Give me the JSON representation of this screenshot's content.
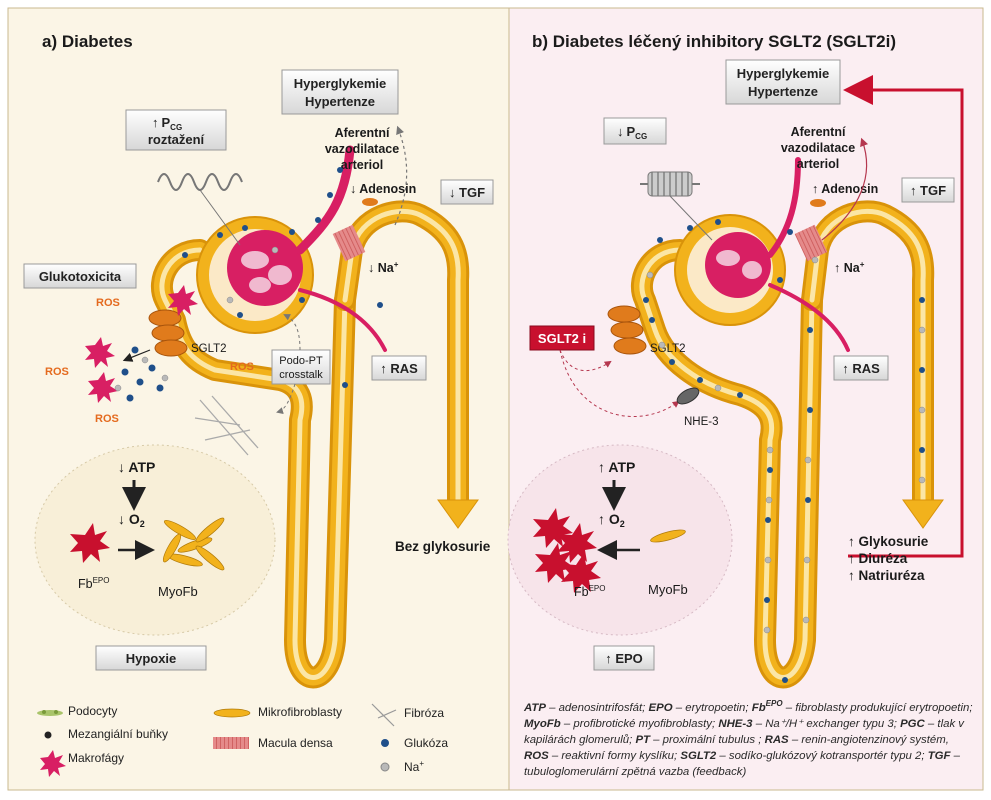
{
  "panel_a": {
    "title": "a) Diabetes",
    "hyper_line1": "Hyperglykemie",
    "hyper_line2": "Hypertenze",
    "pcg_arrow": "↑",
    "pcg_p": "P",
    "pcg_sub": "CG",
    "pcg_line2": "roztažení",
    "aff_line1": "Aferentní",
    "aff_line2": "vazodilatace",
    "aff_line3": "arteriol",
    "adenosin": "↓ Adenosin",
    "tgf": "↓ TGF",
    "na": "↓ Na",
    "na_sup": "+",
    "gluko": "Glukotoxicita",
    "ros": "ROS",
    "sglt2": "SGLT2",
    "podo_line1": "Podo-PT",
    "podo_line2": "crosstalk",
    "ras": "↑ RAS",
    "atp": "↓ ATP",
    "o2": "↓ O",
    "o2_sub": "2",
    "fb": "Fb",
    "fb_sup": "EPO",
    "myofb": "MyoFb",
    "hypoxie": "Hypoxie",
    "bez": "Bez glykosurie"
  },
  "panel_b": {
    "title": "b) Diabetes léčený inhibitory SGLT2 (SGLT2i)",
    "hyper_line1": "Hyperglykemie",
    "hyper_line2": "Hypertenze",
    "pcg_arrow": "↓",
    "pcg_p": "P",
    "pcg_sub": "CG",
    "aff_line1": "Aferentní",
    "aff_line2": "vazodilatace",
    "aff_line3": "arteriol",
    "adenosin": "↑ Adenosin",
    "tgf": "↑ TGF",
    "na": "↑ Na",
    "na_sup": "+",
    "sglt2i": "SGLT2 i",
    "sglt2": "SGLT2",
    "nhe3": "NHE-3",
    "ras": "↑ RAS",
    "atp": "↑ ATP",
    "o2": "↑ O",
    "o2_sub": "2",
    "fb": "Fb",
    "fb_sup": "EPO",
    "myofb": "MyoFb",
    "epo": "↑ EPO",
    "out1": "↑ Glykosurie",
    "out2": "↑ Diuréza",
    "out3": "↑ Natriuréza"
  },
  "legend": {
    "podocyty": "Podocyty",
    "mezangialni": "Mezangiální buňky",
    "makrofagy": "Makrofágy",
    "mikrofibroblasty": "Mikrofibroblasty",
    "macula": "Macula densa",
    "fibroza": "Fibróza",
    "glukoza": "Glukóza",
    "na": "Na",
    "na_sup": "+"
  },
  "abbreviations": [
    {
      "term": "ATP",
      "def": " – adenosintrifosfát; "
    },
    {
      "term": "EPO",
      "def": " – erytropoetin; "
    },
    {
      "term": "Fb",
      "sup": "EPO",
      "def": " – fibroblasty produkující erytropoetin; "
    },
    {
      "term": "MyoFb",
      "def": " – profibrotické myofibroblasty; "
    },
    {
      "term": "NHE-3",
      "def": " – Na⁺/H⁺ exchanger typu 3; "
    },
    {
      "term": "PGC",
      "def": " – tlak v kapilárách glomerulů; "
    },
    {
      "term": "PT",
      "def": " – proximální tubulus ; "
    },
    {
      "term": "RAS",
      "def": " – renin-angiotenzinový systém, "
    },
    {
      "term": "ROS",
      "def": " – reaktivní formy kyslíku; "
    },
    {
      "term": "SGLT2",
      "def": " – sodíko-glukózový kotransportér typu 2; "
    },
    {
      "term": "TGF",
      "def": " – tubuloglomerulární zpětná vazba (feedback)"
    }
  ],
  "colors": {
    "panel_a_bg": "#fbf5e6",
    "panel_b_bg": "#fbeef2",
    "tubule": "#f2b21c",
    "tubule_dark": "#d9930a",
    "arteriole": "#d81f63",
    "sglt": "#e07b1c",
    "glucose": "#1f4f8a",
    "sodium": "#b9b9b9",
    "red_arrow": "#c8102e"
  }
}
